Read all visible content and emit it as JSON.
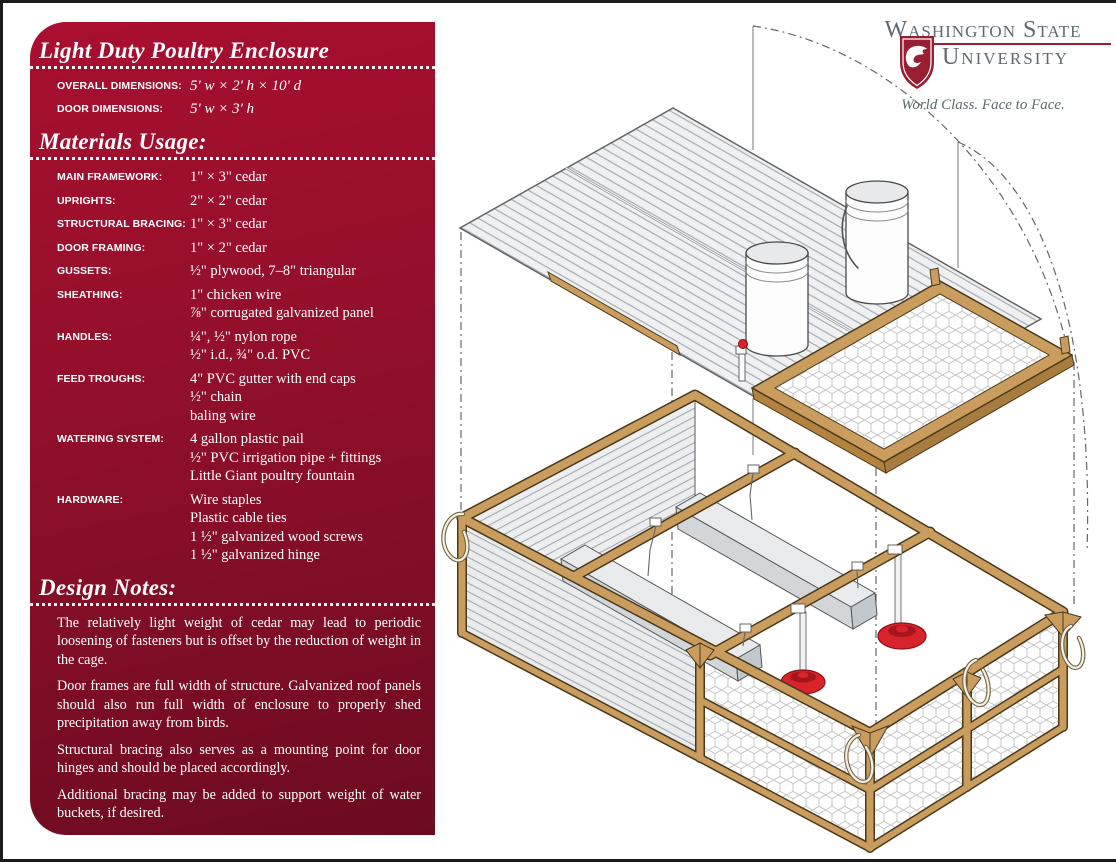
{
  "panel": {
    "title": "Light Duty Poultry Enclosure",
    "specs": [
      {
        "label": "OVERALL DIMENSIONS:",
        "value": "5' w × 2' h × 10' d"
      },
      {
        "label": "DOOR DIMENSIONS:",
        "value": "5' w × 3' h"
      }
    ],
    "materials_heading": "Materials Usage:",
    "materials": [
      {
        "label": "MAIN FRAMEWORK:",
        "lines": [
          "1\" × 3\" cedar"
        ]
      },
      {
        "label": "UPRIGHTS:",
        "lines": [
          "2\" × 2\" cedar"
        ]
      },
      {
        "label": "STRUCTURAL BRACING:",
        "lines": [
          "1\" × 3\" cedar"
        ]
      },
      {
        "label": "DOOR FRAMING:",
        "lines": [
          "1\" × 2\" cedar"
        ]
      },
      {
        "label": "GUSSETS:",
        "lines": [
          "½\" plywood, 7–8\" triangular"
        ]
      },
      {
        "label": "SHEATHING:",
        "lines": [
          "1\" chicken wire",
          "⅞\" corrugated galvanized panel"
        ]
      },
      {
        "label": "HANDLES:",
        "lines": [
          "¼\", ½\" nylon rope",
          "½\" i.d., ¾\" o.d. PVC"
        ]
      },
      {
        "label": "FEED TROUGHS:",
        "lines": [
          "4\" PVC gutter with end caps",
          "½\" chain",
          "baling wire"
        ]
      },
      {
        "label": "WATERING SYSTEM:",
        "lines": [
          "4 gallon plastic pail",
          "½\" PVC irrigation pipe + fittings",
          "Little Giant poultry fountain"
        ]
      },
      {
        "label": "HARDWARE:",
        "lines": [
          "Wire staples",
          "Plastic cable ties",
          "1 ½\" galvanized wood screws",
          "1 ½\" galvanized hinge"
        ]
      }
    ],
    "notes_heading": "Design Notes:",
    "notes": [
      "The relatively light weight of cedar may lead to periodic loosening of fasteners but is offset by the reduction of weight in the cage.",
      "Door frames are full width of structure. Galvanized roof panels should also run full width of enclosure to properly shed precipitation away from birds.",
      "Structural bracing also serves as a mounting point for door hinges and should be placed accordingly.",
      "Additional bracing may be added to support weight of water buckets, if desired."
    ],
    "colors": {
      "crimson_top": "#A90F30",
      "crimson_bottom": "#6C0B20"
    }
  },
  "logo": {
    "line1": "Washington State",
    "line2": "University",
    "tagline": "World Class. Face to Face.",
    "shield_color": "#981E32",
    "text_color": "#5E6A71"
  },
  "illustration": {
    "type": "exploded isometric construction drawing",
    "parts": [
      "corrugated galvanized roof panel",
      "two 4-gallon plastic pails with valves",
      "wire-mesh door panel in cedar frame",
      "cedar frame cage with chicken-wire sheathing",
      "corrugated side panels",
      "hanging PVC gutter feed troughs",
      "red poultry fountains",
      "nylon rope handles",
      "plywood corner gussets",
      "door swing alignment arcs"
    ],
    "colors": {
      "wood": "#CA9C5D",
      "corrugation": "#EFF0F2",
      "fountain_red": "#D8232A"
    }
  }
}
